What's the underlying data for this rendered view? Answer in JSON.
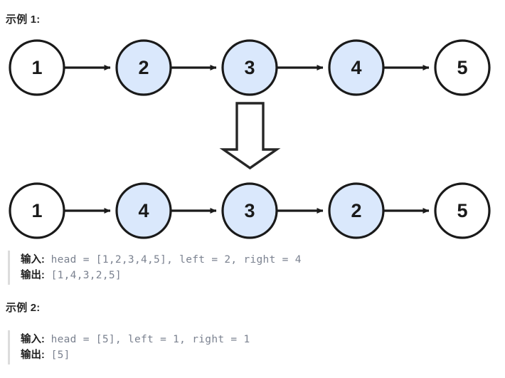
{
  "examples": [
    {
      "heading": "示例 1:",
      "input_label": "输入:",
      "input_value": "head = [1,2,3,4,5], left = 2, right = 4",
      "output_label": "输出:",
      "output_value": "[1,4,3,2,5]"
    },
    {
      "heading": "示例 2:",
      "input_label": "输入:",
      "input_value": "head = [5], left = 1, right = 1",
      "output_label": "输出:",
      "output_value": "[5]"
    }
  ],
  "diagram": {
    "type": "linked-list-reversal",
    "before_list": [
      {
        "value": "1",
        "highlighted": false
      },
      {
        "value": "2",
        "highlighted": true
      },
      {
        "value": "3",
        "highlighted": true
      },
      {
        "value": "4",
        "highlighted": true
      },
      {
        "value": "5",
        "highlighted": false
      }
    ],
    "after_list": [
      {
        "value": "1",
        "highlighted": false
      },
      {
        "value": "4",
        "highlighted": true
      },
      {
        "value": "3",
        "highlighted": true
      },
      {
        "value": "2",
        "highlighted": true
      },
      {
        "value": "5",
        "highlighted": false
      }
    ],
    "transform_arrow": "down-block-arrow",
    "colors": {
      "node_stroke": "#1a1a1a",
      "node_fill_plain": "#ffffff",
      "node_fill_highlight": "#dae8fc",
      "arrow": "#1a1a1a",
      "node_text": "#1a1a1a"
    }
  }
}
